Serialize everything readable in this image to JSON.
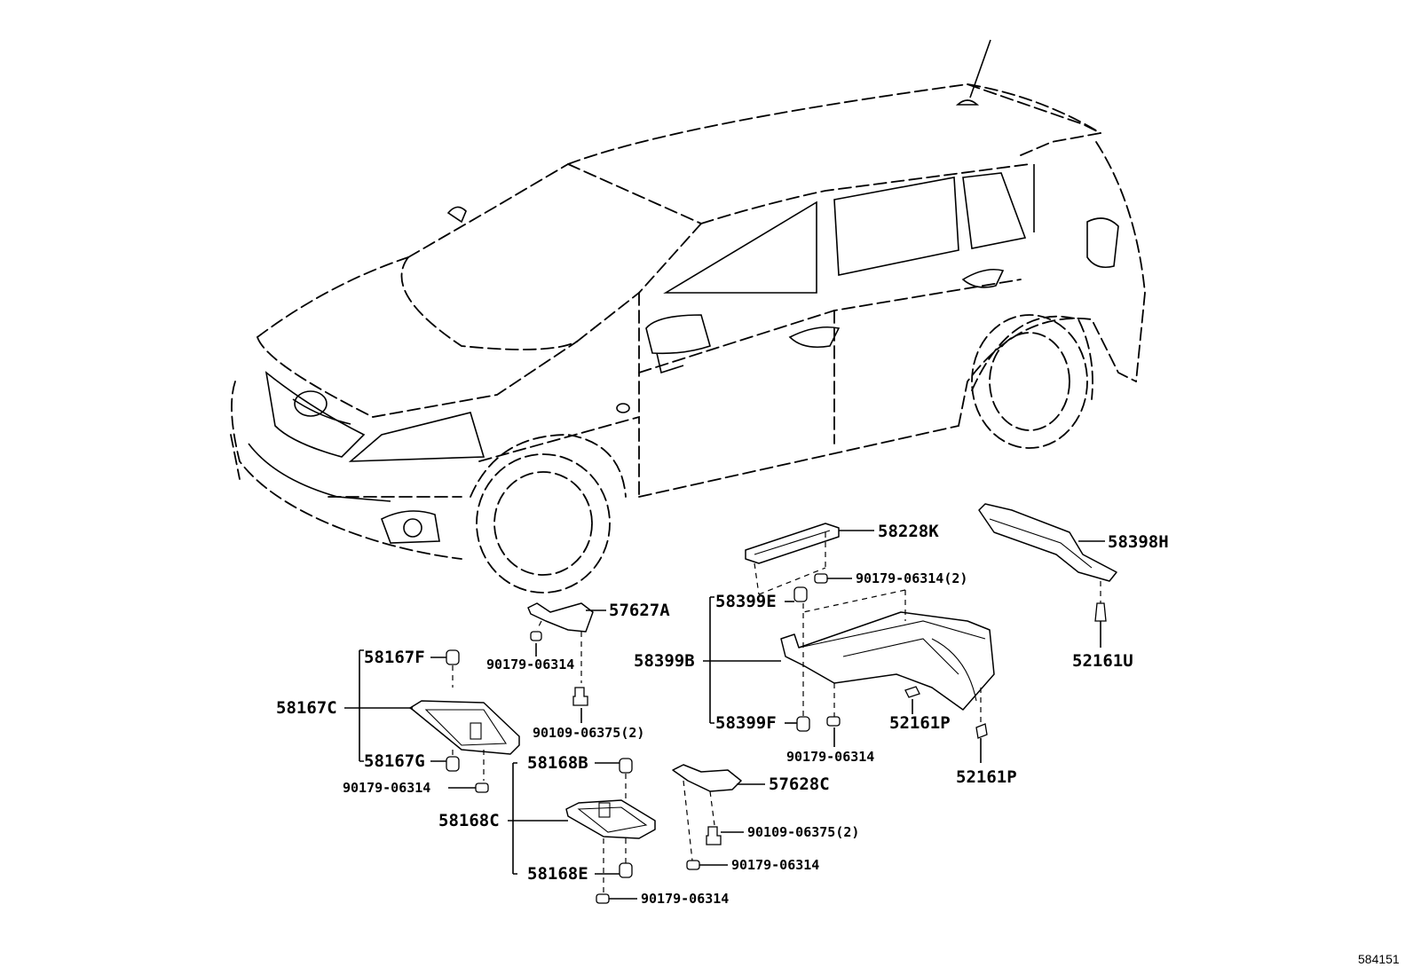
{
  "diagram_ref": "584151",
  "parts": {
    "p58228K": "58228K",
    "p58398H": "58398H",
    "p90179_06314_2": "90179-06314(2)",
    "p58399E": "58399E",
    "p57627A": "57627A",
    "p58167F": "58167F",
    "p90179_06314_a": "90179-06314",
    "p58399B": "58399B",
    "p52161U": "52161U",
    "p58167C": "58167C",
    "p52161P_a": "52161P",
    "p90109_06375_2a": "90109-06375(2)",
    "p58399F": "58399F",
    "p90179_06314_b": "90179-06314",
    "p58167G": "58167G",
    "p58168B": "58168B",
    "p52161P_b": "52161P",
    "p57628C": "57628C",
    "p90179_06314_c": "90179-06314",
    "p58168C": "58168C",
    "p90109_06375_2b": "90109-06375(2)",
    "p90179_06314_d": "90179-06314",
    "p58168E": "58168E",
    "p90179_06314_e": "90179-06314"
  }
}
